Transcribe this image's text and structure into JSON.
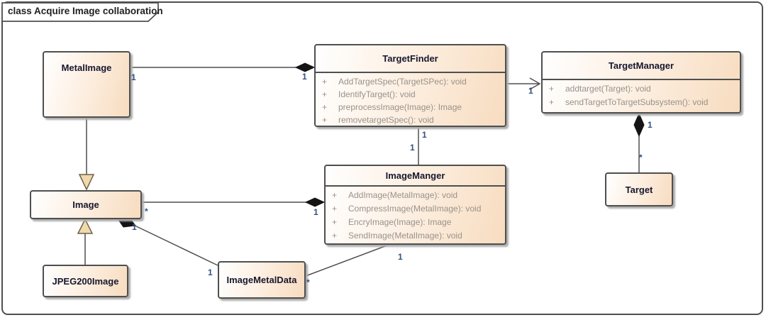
{
  "frame": {
    "title": "class Acquire Image collaboration"
  },
  "classes": {
    "metal_image": {
      "name": "MetalImage"
    },
    "image": {
      "name": "Image"
    },
    "jpeg200_image": {
      "name": "JPEG200Image"
    },
    "image_metal_data": {
      "name": "ImageMetalData"
    },
    "target": {
      "name": "Target"
    },
    "target_finder": {
      "name": "TargetFinder",
      "methods": [
        {
          "vis": "+",
          "sig": "AddTargetSpec(TargetSPec): void"
        },
        {
          "vis": "+",
          "sig": "IdentifyTarget(): void"
        },
        {
          "vis": "+",
          "sig": "preprocessImage(Image): Image"
        },
        {
          "vis": "+",
          "sig": "removetargetSpec(): void"
        }
      ]
    },
    "target_manager": {
      "name": "TargetManager",
      "methods": [
        {
          "vis": "+",
          "sig": "addtarget(Target): void"
        },
        {
          "vis": "+",
          "sig": "sendTargetToTargetSubsystem(): void"
        }
      ]
    },
    "image_manger": {
      "name": "ImageManger",
      "methods": [
        {
          "vis": "+",
          "sig": "AddImage(MetalImage): void"
        },
        {
          "vis": "+",
          "sig": "CompressImage(MetalImage): void"
        },
        {
          "vis": "+",
          "sig": "EncryImage(Image): Image"
        },
        {
          "vis": "+",
          "sig": "SendImage(MetalImage): void"
        }
      ]
    }
  },
  "connections": {
    "metalimage_targetfinder": {
      "type": "composition",
      "source_mult": "1",
      "target_mult": "1"
    },
    "metalimage_image": {
      "type": "generalization"
    },
    "jpeg200image_image": {
      "type": "generalization"
    },
    "image_imagemanger": {
      "type": "composition",
      "source_mult": "*",
      "target_mult": "1"
    },
    "targetfinder_imagemanger": {
      "type": "association",
      "source_mult": "1",
      "target_mult": "1"
    },
    "targetfinder_targetmanager": {
      "type": "directed-association",
      "target_mult": "1"
    },
    "targetmanager_target": {
      "type": "composition",
      "source_mult": "1",
      "target_mult": "*"
    },
    "image_imagemetaldata": {
      "type": "composition",
      "source_mult": "1",
      "target_mult": "1"
    },
    "imagemanger_imagemetaldata": {
      "type": "association",
      "source_mult": "1",
      "target_mult": "*"
    }
  },
  "colors": {
    "box_fill_start": "#ffffff",
    "box_fill_end": "#f7dcbf",
    "box_border": "#4f4f4f",
    "name_text": "#17172e",
    "member_text": "#98928b",
    "multiplicity_text": "#31517e",
    "line": "#4f4f4f",
    "triangle_fill": "#f0d9ad"
  }
}
